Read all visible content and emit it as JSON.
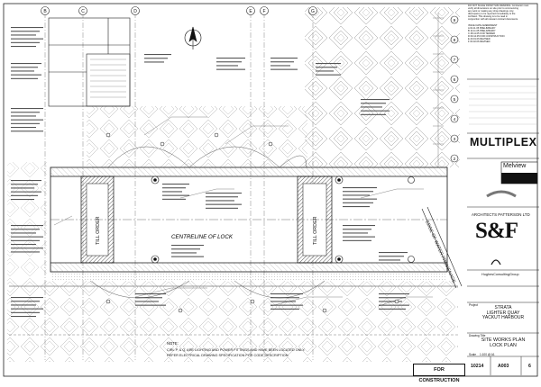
{
  "grid_markers_top": [
    "B",
    "C",
    "D",
    "E",
    "F",
    "G"
  ],
  "grid_markers_right": [
    "9",
    "8",
    "7",
    "6",
    "5",
    "4",
    "3",
    "2"
  ],
  "labels": {
    "centreline": "CENTRELINE OF LOCK",
    "till_left": "TILL ORDER",
    "till_right": "TILL ORDER",
    "diag_text": "EDGE OF WATER PROMENADE",
    "note_heading": "NOTE:",
    "note_line1": "CIRL P, & Q, ARE LIGHTING AND POWER FITTINGS AND HAVE BEEN LOCATED ONLY.",
    "note_line2": "REFER ELECTRICAL DRAWING SPECIFICATION FOR CODE DESCRIPTION."
  },
  "title_block": {
    "notes": [
      "DO NOT SCALE FROM THIS DRAWING. Contractor must",
      "verify all dimensions on site prior to commencing",
      "any work or making any shop drawings. Any",
      "discrepancy to be reported immediately to the",
      "Architect. This drawing is to be read in",
      "conjunction with all relevant contract documents.",
      "",
      "ISSUE  DATE     AMENDMENT",
      "A      02.11.05 PRELIMINARY",
      "B      14.11.05 PRELIMINARY",
      "C      28.11.05 FOR TENDER",
      "D      09.12.05 FOR CONSTRUCTION",
      "E      20.01.06 REVISED",
      "F      03.02.06 REVISED"
    ],
    "multiplex": "MULTIPLEX",
    "melview": "Melview",
    "architects": "ARCHITECTS PATTERSON LTD",
    "sf": "S&F",
    "hughes": "HughesConsultingGroup",
    "project_label": "Project",
    "project": [
      "STRATA",
      "LIGHTER QUAY",
      "YACKUT HARBOUR"
    ],
    "drawing_title_label": "Drawing Title",
    "drawing_title": [
      "SITE WORKS PLAN",
      "LOCK PLAN"
    ],
    "scale_label": "Scale",
    "scale": "1:100 @ A1",
    "job_no": "10214",
    "drawing_no": "A003",
    "revision": "6",
    "for_construction": "FOR CONSTRUCTION"
  }
}
